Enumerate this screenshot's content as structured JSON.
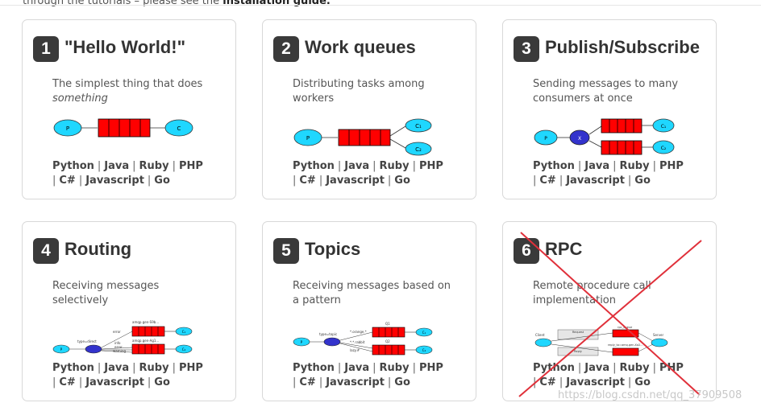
{
  "header": {
    "intro_prefix": "through the tutorials – please see the",
    "intro_link": "installation guide."
  },
  "cards": [
    {
      "num": "1",
      "title": "\"Hello World!\"",
      "desc": "The simplest thing that does",
      "desc_em": "something"
    },
    {
      "num": "2",
      "title": "Work queues",
      "desc": "Distributing tasks among workers",
      "desc_em": ""
    },
    {
      "num": "3",
      "title": "Publish/Subscribe",
      "desc": "Sending messages to many consumers at once",
      "desc_em": ""
    },
    {
      "num": "4",
      "title": "Routing",
      "desc": "Receiving messages selectively",
      "desc_em": ""
    },
    {
      "num": "5",
      "title": "Topics",
      "desc": "Receiving messages based on a pattern",
      "desc_em": ""
    },
    {
      "num": "6",
      "title": "RPC",
      "desc": "Remote procedure call implementation",
      "desc_em": ""
    }
  ],
  "languages": [
    "Python",
    "Java",
    "Ruby",
    "PHP",
    "C#",
    "Javascript",
    "Go"
  ],
  "diagram_labels": {
    "producer": "P",
    "consumer": "C",
    "c1": "C₁",
    "c2": "C₂",
    "exchange": "X",
    "routing": {
      "type": "type=direct",
      "error": "error",
      "info": "info",
      "error2": "error",
      "warning": "warning",
      "q1": "amqp.gen-S9b...",
      "q2": "amqp.gen-Ag1..."
    },
    "topics": {
      "type": "type=topic",
      "k1": "*.orange.*",
      "k2": "*.*.rabbit",
      "k3": "lazy.#",
      "q1": "Q1",
      "q2": "Q2"
    },
    "rpc": {
      "client": "Client",
      "server": "Server",
      "req": "Request",
      "reply": "Reply",
      "rpc_queue": "rpc_queue",
      "reply_to": "reply_to=amq.gen-Xa2..."
    }
  },
  "watermark": "https://blog.csdn.net/qq_37909508",
  "colors": {
    "queue": "#ff0000",
    "node": "#1fd7ff",
    "exchange": "#3333cc",
    "cross": "#e0303a"
  }
}
